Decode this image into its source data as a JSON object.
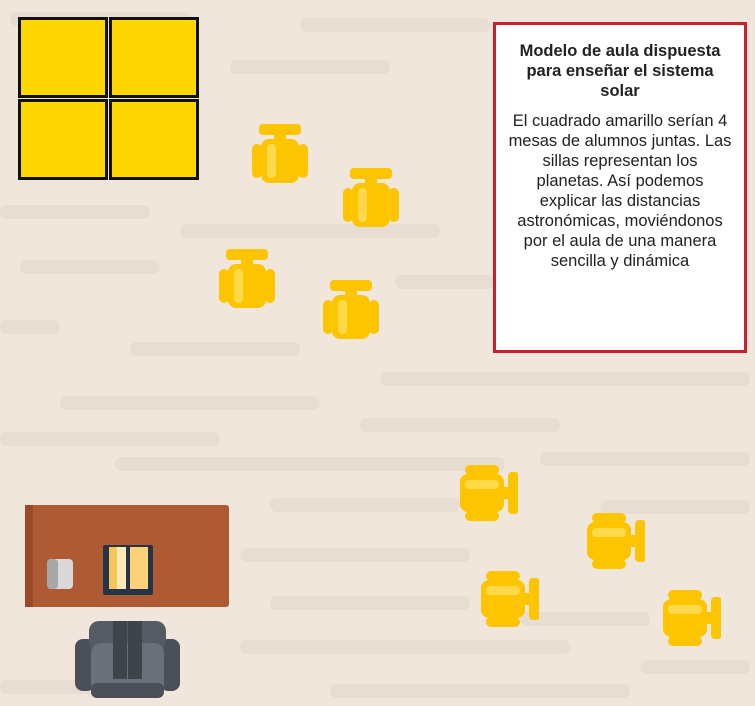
{
  "colors": {
    "floor": "#f0e6dc",
    "floor_plank": "#e6dbd0",
    "desk_fill": "#fed700",
    "desk_border": "#111111",
    "chair": "#fdc500",
    "chair_highlight": "#fed94a",
    "note_border": "#c8202c",
    "teacher_desk": "#ae5a35",
    "teacher_chair": "#555b63"
  },
  "note": {
    "title": "Modelo de aula dispuesta para enseñar el sistema solar",
    "body": "El cuadrado amarillo serían 4 mesas de alumnos juntas. Las sillas representan los planetas. Así podemos explicar las distancias astronómicas, moviéndonos por el aula de una manera sencilla y dinámica"
  },
  "icons": {
    "student_desk": "square-desk",
    "student_chair": "chair-icon",
    "teacher_desk": "teacher-desk-icon",
    "book": "open-book-icon",
    "eraser": "eraser-icon",
    "teacher_chair": "armchair-icon"
  }
}
